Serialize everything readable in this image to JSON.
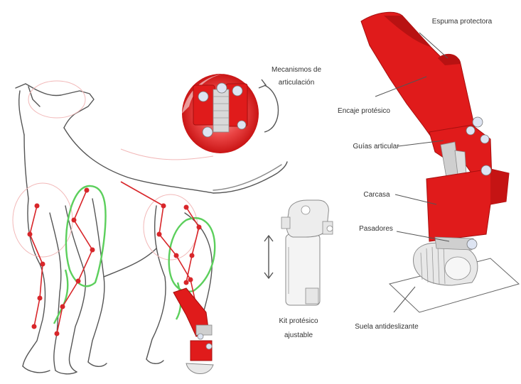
{
  "labels": {
    "mecanismos_line1": "Mecanismos de",
    "mecanismos_line2": "articulación",
    "espuma": "Espuma protectora",
    "encaje": "Encaje protésico",
    "guias": "Guías articular",
    "carcasa": "Carcasa",
    "pasadores": "Pasadores",
    "kit_line1": "Kit protésico",
    "kit_line2": "ajustable",
    "suela": "Suela antideslizante"
  },
  "colors": {
    "prosthesis_red": "#e01b1b",
    "prosthesis_dark": "#a60f0f",
    "skeleton_red": "#d8262a",
    "muscle_green": "#5ccf5c",
    "sketch_gray": "#555555",
    "label_text": "#333333"
  },
  "icons": {
    "rotate": "curved-arrow-icon",
    "adjust": "double-arrow-icon"
  }
}
